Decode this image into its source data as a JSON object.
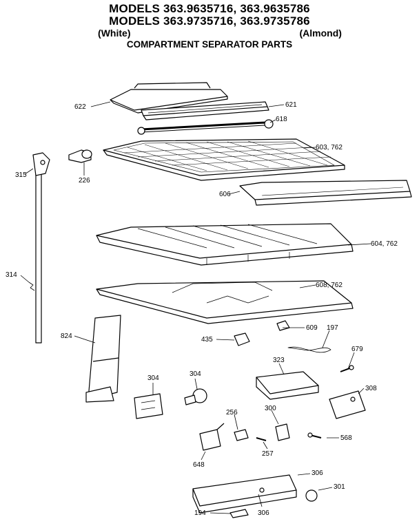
{
  "header": {
    "line1": "MODELS 363.9635716, 363.9635786",
    "line2": "MODELS 363.9735716, 363.9735786",
    "white": "(White)",
    "almond": "(Almond)",
    "subtitle": "COMPARTMENT SEPARATOR PARTS"
  },
  "labels": {
    "p622": "622",
    "p621": "621",
    "p618": "618",
    "p603": "603, 762",
    "p315": "315",
    "p226": "226",
    "p606": "606",
    "p604": "604, 762",
    "p314": "314",
    "p608": "608, 762",
    "p824": "824",
    "p609": "609",
    "p435": "435",
    "p197": "197",
    "p679": "679",
    "p323": "323",
    "p304a": "304",
    "p304b": "304",
    "p308": "308",
    "p256": "256",
    "p300": "300",
    "p568": "568",
    "p648": "648",
    "p257": "257",
    "p306a": "306",
    "p301": "301",
    "p194": "194",
    "p306b": "306"
  }
}
